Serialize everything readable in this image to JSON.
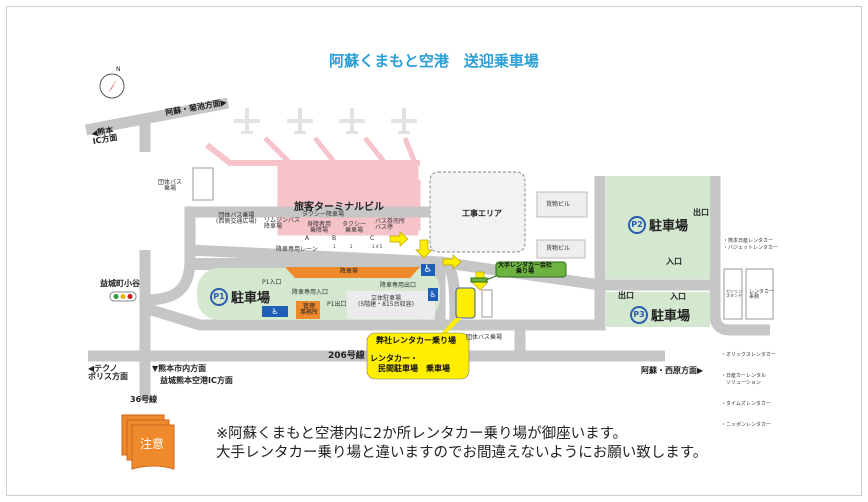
{
  "title": "阿蘇くまもと空港　送迎乗車場",
  "compass": "N",
  "directions": {
    "aso_kikuchi": "阿蘇・菊池方面▶",
    "kumamoto_ic": "◀熊本\nIC方面",
    "mashiki": "益城町小谷",
    "techno": "◀テクノ\nポリス方面",
    "kumamoto_city": "▼熊本市内方面",
    "mashiki_ic": "益城熊本空港IC方面",
    "aso_nishihara": "阿蘇・西原方面▶",
    "route206": "206号線",
    "route36": "36号線"
  },
  "terminal": "旅客ターミナルビル",
  "construction": "工事エリア",
  "cargo1": "貨物ビル",
  "cargo2": "貨物ビル",
  "labels": {
    "group_bus_top": "団体バス\n乗場",
    "group_bus_west": "団体バス乗場\n(西側交通広場)",
    "limousine": "リムジンバス\n降車場",
    "taxi_drop": "タクシー降車場",
    "disabled_drop": "身障者用\n乗降場",
    "taxi_ride": "タクシー\n乗車場",
    "bus_ticket": "バス券売所\nバス停",
    "drop_lane": "降車専用レーン",
    "drop_zone": "降車帯",
    "drop_entrance": "降車専用入口",
    "drop_exit": "降車専用出口",
    "p1_entrance": "P1入口",
    "p1_exit": "P1出口",
    "office": "管理\n事務所",
    "multilevel": "立体駐車場\n(5階建・815台収容)",
    "group_bus_bottom": "団体バス乗場",
    "gas": "ガソリン\nスタンド",
    "rental_counter": "レンタカー\n事務",
    "exit": "出口",
    "entrance": "入口",
    "exit2": "出口",
    "entrance2": "入口",
    "stops": [
      "A",
      "B",
      "C",
      "1",
      "2",
      "3 4 5"
    ]
  },
  "parking": {
    "p1": "P1",
    "p2": "P2",
    "p3": "P3",
    "label": "駐車場"
  },
  "major_rental": "大手レンタカー会社\n乗り場",
  "our_rental": "弊社レンタカー乗り場",
  "private_parking": "レンタカー・\n　民間駐車場　乗車場",
  "rental_list_top": [
    "・熊本日産レンタカー",
    "・バジェットレンタカー"
  ],
  "rental_list_bottom": [
    "・オリックスレンタカー",
    "・日産カーレンタル\n　ソリューション",
    "・タイムズレンタカー",
    "・ニッポンレンタカー"
  ],
  "notice": {
    "badge": "注意",
    "line1": "※阿蘇くまもと空港内に2か所レンタカー乗り場が御座います。",
    "line2": "大手レンタカー乗り場と違いますのでお間違えないようにお願い致します。"
  },
  "colors": {
    "road": "#c6c6c6",
    "parking": "#d3e8cf",
    "terminal": "#f5c3c9",
    "yellow": "#ffee00",
    "orange": "#ef8a2c",
    "green": "#6cb33f",
    "title": "#2b9fd6"
  }
}
